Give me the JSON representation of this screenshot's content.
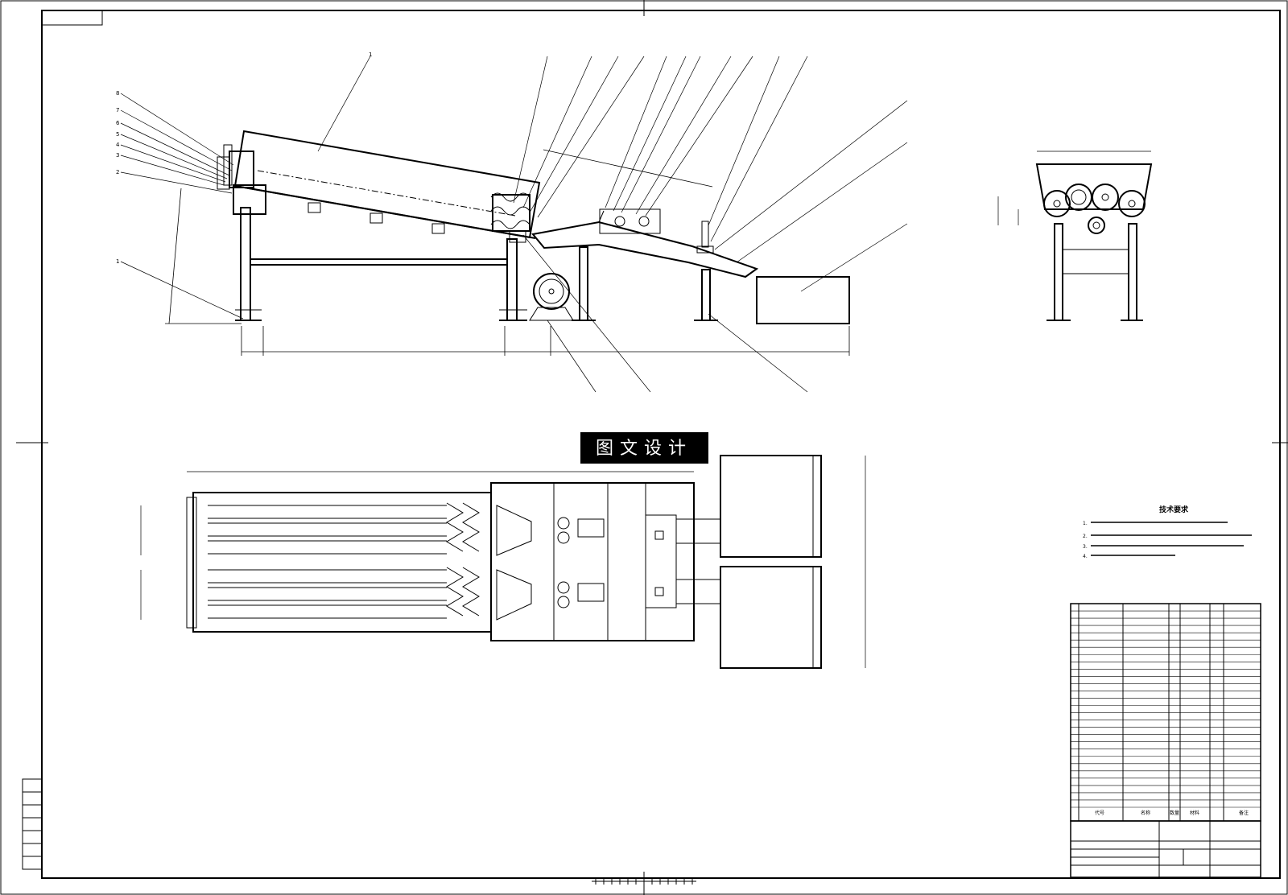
{
  "watermark": "图文设计",
  "tech_requirements": {
    "title": "技术要求",
    "items": [
      "1.",
      "2.",
      "3.",
      "4."
    ]
  },
  "callouts_side": [
    "8",
    "7",
    "6",
    "5",
    "4",
    "3",
    "2",
    "1"
  ],
  "callout_top": "1",
  "bom": {
    "headers": [
      "代号",
      "名称",
      "数量",
      "材料",
      "备注"
    ],
    "row_count": 28
  },
  "title_block": {
    "part_name": "",
    "drawing_no": ""
  },
  "side_cells": [
    "",
    "",
    "",
    "",
    "",
    "",
    ""
  ]
}
